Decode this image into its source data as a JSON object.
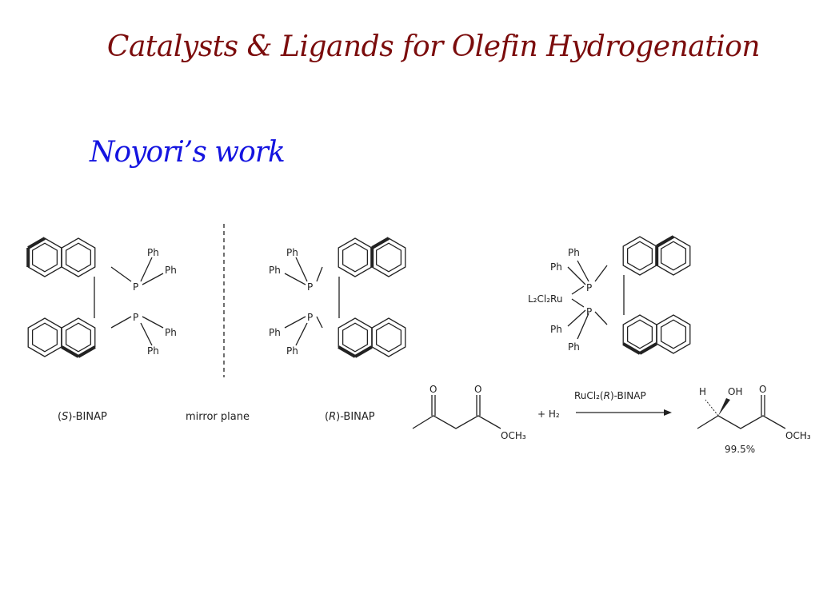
{
  "slide": {
    "title": "Catalysts & Ligands for Olefin Hydrogenation",
    "subtitle": "Noyori’s work"
  },
  "labels": {
    "ph": "Ph",
    "p": "P",
    "metal": "L₂Cl₂Ru",
    "s_binap_open": "(",
    "s_binap_letter": "S",
    "s_binap_rest": ")-BINAP",
    "r_binap_open": "(",
    "r_binap_letter": "R",
    "r_binap_rest": ")-BINAP",
    "mirror": "mirror plane",
    "o": "O",
    "och3": "OCH₃",
    "plus_h2": "+ H₂",
    "reagent_pre": "RuCl₂(",
    "reagent_letter": "R",
    "reagent_post": ")-BINAP",
    "h": "H",
    "oh": "OH",
    "yield": "99.5%"
  }
}
